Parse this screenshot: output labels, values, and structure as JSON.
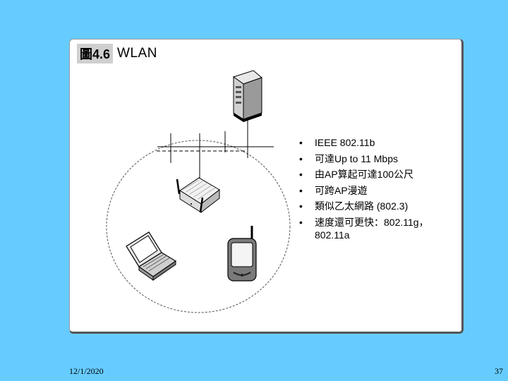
{
  "figure": {
    "number": "圖4.6",
    "title": "WLAN"
  },
  "bullets": [
    "IEEE 802.11b",
    "可達Up to 11 Mbps",
    "由AP算起可達100公尺",
    "可跨AP漫遊",
    "類似乙太網路 (802.3)",
    "速度還可更快：802.11g，802.11a"
  ],
  "footer": {
    "date": "12/1/2020",
    "page": "37"
  },
  "icons": [
    "server-icon",
    "access-point-icon",
    "laptop-icon",
    "pda-icon"
  ]
}
